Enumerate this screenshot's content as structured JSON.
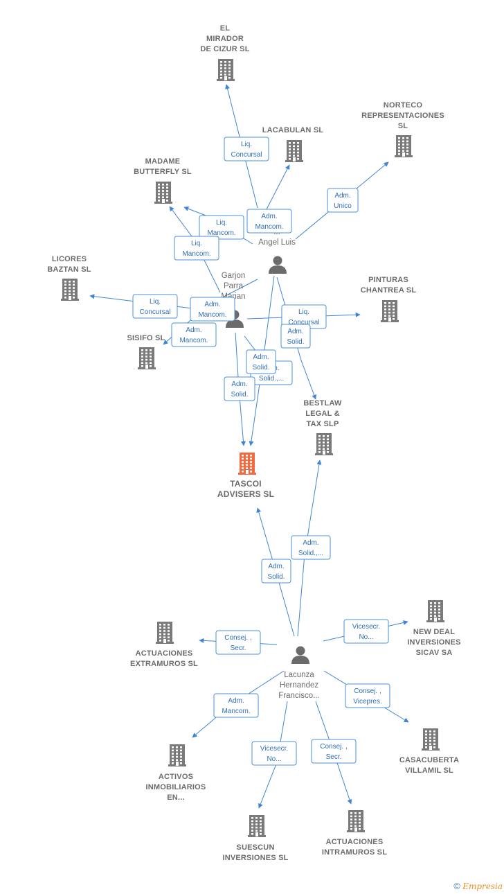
{
  "companies": [
    {
      "id": "mirador",
      "label_lines": [
        "EL",
        "MIRADOR",
        "DE CIZUR  SL"
      ],
      "color": "#7a7a7a"
    },
    {
      "id": "lacabulan",
      "label_lines": [
        "LACABULAN SL"
      ],
      "color": "#7a7a7a"
    },
    {
      "id": "norteco",
      "label_lines": [
        "NORTECO",
        "REPRESENTACIONES",
        "SL"
      ],
      "color": "#7a7a7a"
    },
    {
      "id": "madame",
      "label_lines": [
        "MADAME",
        "BUTTERFLY SL"
      ],
      "color": "#7a7a7a"
    },
    {
      "id": "licores",
      "label_lines": [
        "LICORES",
        "BAZTAN SL"
      ],
      "color": "#7a7a7a"
    },
    {
      "id": "pinturas",
      "label_lines": [
        "PINTURAS",
        "CHANTREA SL"
      ],
      "color": "#7a7a7a"
    },
    {
      "id": "sisifo",
      "label_lines": [
        "SISIFO SL"
      ],
      "color": "#7a7a7a"
    },
    {
      "id": "bestlaw",
      "label_lines": [
        "BESTLAW",
        "LEGAL &",
        "TAX  SLP"
      ],
      "color": "#7a7a7a"
    },
    {
      "id": "tascoi",
      "label_lines": [
        "TASCOI",
        "ADVISERS  SL"
      ],
      "color": "#f26a3d",
      "main": true
    },
    {
      "id": "newdeal",
      "label_lines": [
        "NEW DEAL",
        "INVERSIONES",
        "SICAV SA"
      ],
      "color": "#7a7a7a"
    },
    {
      "id": "extramuros",
      "label_lines": [
        "ACTUACIONES",
        "EXTRAMUROS SL"
      ],
      "color": "#7a7a7a"
    },
    {
      "id": "casacuberta",
      "label_lines": [
        "CASACUBERTA",
        "VILLAMIL SL"
      ],
      "color": "#7a7a7a"
    },
    {
      "id": "activos",
      "label_lines": [
        "ACTIVOS",
        "INMOBILIARIOS",
        "EN..."
      ],
      "color": "#7a7a7a"
    },
    {
      "id": "suescun",
      "label_lines": [
        "SUESCUN",
        "INVERSIONES SL"
      ],
      "color": "#7a7a7a"
    },
    {
      "id": "intramuros",
      "label_lines": [
        "ACTUACIONES",
        "INTRAMUROS SL"
      ],
      "color": "#7a7a7a"
    }
  ],
  "persons": [
    {
      "id": "angel",
      "label_lines": [
        "...ro",
        "...",
        "Angel Luis"
      ]
    },
    {
      "id": "garjon",
      "label_lines": [
        "Garjon",
        "Parra",
        "Marian"
      ]
    },
    {
      "id": "lacunza",
      "label_lines": [
        "Lacunza",
        "Hernandez",
        "Francisco..."
      ]
    }
  ],
  "roles": [
    {
      "id": "r1",
      "lines": [
        "Liq.",
        "Concursal"
      ]
    },
    {
      "id": "r2",
      "lines": [
        "Adm.",
        "Mancom."
      ]
    },
    {
      "id": "r3",
      "lines": [
        "Adm.",
        "Unico"
      ]
    },
    {
      "id": "r4",
      "lines": [
        "Liq.",
        "Mancom."
      ]
    },
    {
      "id": "r5",
      "lines": [
        "Liq.",
        "Mancom."
      ]
    },
    {
      "id": "r6",
      "lines": [
        "Liq.",
        "Concursal"
      ]
    },
    {
      "id": "r7",
      "lines": [
        "Adm.",
        "Mancom."
      ]
    },
    {
      "id": "r8",
      "lines": [
        "Liq.",
        "Concursal"
      ]
    },
    {
      "id": "r9",
      "lines": [
        "Adm.",
        "Mancom."
      ]
    },
    {
      "id": "r10",
      "lines": [
        "Adm.",
        "Solid."
      ]
    },
    {
      "id": "r11",
      "lines": [
        "Adm.",
        "Solid.,..."
      ]
    },
    {
      "id": "r12",
      "lines": [
        "Adm.",
        "Solid."
      ]
    },
    {
      "id": "r13",
      "lines": [
        "Adm.",
        "Solid."
      ]
    },
    {
      "id": "r14",
      "lines": [
        "Adm.",
        "Solid.,..."
      ]
    },
    {
      "id": "r15",
      "lines": [
        "Adm.",
        "Solid."
      ]
    },
    {
      "id": "r16",
      "lines": [
        "Vicesecr.",
        "No..."
      ]
    },
    {
      "id": "r17",
      "lines": [
        "Consej. ,",
        "Secr."
      ]
    },
    {
      "id": "r18",
      "lines": [
        "Consej. ,",
        "Vicepres."
      ]
    },
    {
      "id": "r19",
      "lines": [
        "Adm.",
        "Mancom."
      ]
    },
    {
      "id": "r20",
      "lines": [
        "Vicesecr.",
        "No..."
      ]
    },
    {
      "id": "r21",
      "lines": [
        "Consej. ,",
        "Secr."
      ]
    }
  ],
  "footer": {
    "copyright": "©",
    "brand": "Empresia"
  },
  "colors": {
    "edge": "#3f84d4",
    "role_border": "#4a90d9",
    "role_text": "#2f6fb8",
    "building": "#7a7a7a",
    "main_building": "#f26a3d",
    "person": "#6b6b6b"
  }
}
